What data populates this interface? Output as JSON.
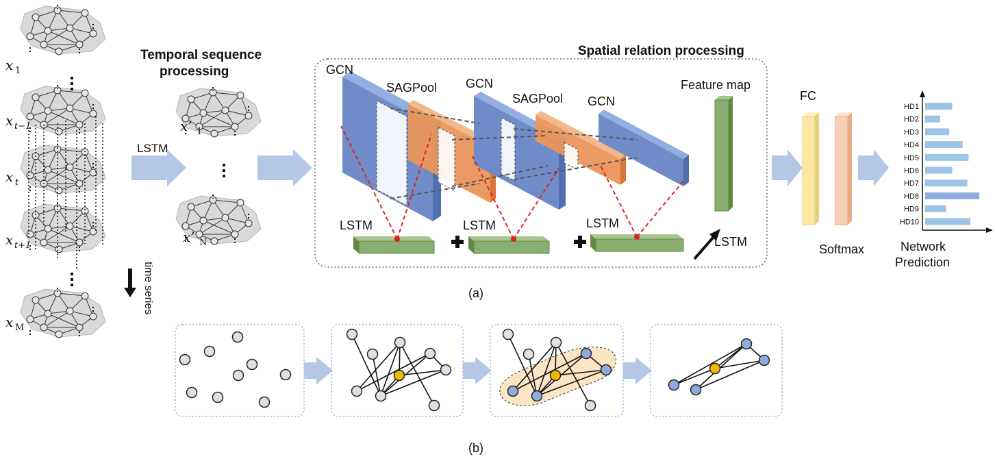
{
  "labels": {
    "temporal_title_1": "Temporal sequence",
    "temporal_title_2": "processing",
    "spatial_title": "Spatial relation processing",
    "lstm": "LSTM",
    "gcn": "GCN",
    "sagpool": "SAGPool",
    "feature_map": "Feature map",
    "fc": "FC",
    "softmax": "Softmax",
    "time_series": "time series",
    "network_prediction_1": "Network",
    "network_prediction_2": "Prediction",
    "caption_a": "(a)",
    "caption_b": "(b)"
  },
  "graph_labels": {
    "x1": {
      "base": "x",
      "sub": "1"
    },
    "xt_minus_1": {
      "base": "x",
      "sub": "t−1"
    },
    "xt": {
      "base": "x",
      "sub": "t"
    },
    "xt_plus_1": {
      "base": "x",
      "sub": "t+1"
    },
    "xM": {
      "base": "x",
      "sub": "M"
    },
    "xp1": {
      "base": "x’",
      "sub": "1"
    },
    "xpN": {
      "base": "x’",
      "sub": "N"
    }
  },
  "colors": {
    "gcn_blue": "#6f8cc8",
    "sagpool_orange": "#e9955a",
    "lstm_green": "#8aae6f",
    "fc_yellow": "#fbe7a4",
    "softmax_peach": "#f7cfb2",
    "arrow_blue": "#b4c7e7",
    "bar_blue": "#9dc3e6",
    "bar_highlight": "#8faadc",
    "graph_gray": "#d9d9d9",
    "node_gray": "#e0e0e0",
    "node_blue": "#8faadc",
    "node_yellow": "#f2b800",
    "highlight_region": "#fbe5c4",
    "red_dash": "#e02020"
  },
  "chart_data": {
    "type": "bar",
    "orientation": "horizontal",
    "categories": [
      "HD1",
      "HD2",
      "HD3",
      "HD4",
      "HD5",
      "HD6",
      "HD7",
      "HD8",
      "HD9",
      "HD10"
    ],
    "values": [
      0.45,
      0.25,
      0.4,
      0.62,
      0.72,
      0.45,
      0.7,
      0.9,
      0.35,
      0.75
    ],
    "highlight": "HD8",
    "xlabel": "",
    "ylabel": ""
  }
}
